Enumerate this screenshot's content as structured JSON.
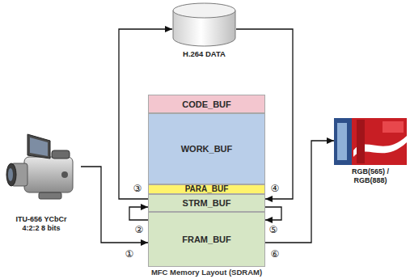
{
  "diagram": {
    "caption": "MFC Memory Layout (SDRAM)",
    "nodes": [
      {
        "text": [
          "H.264 DATA"
        ]
      },
      {
        "text": [
          "ITU-656 YCbCr 4:2:2 8 bits"
        ]
      },
      {
        "text": [
          "CODE_BUF"
        ]
      },
      {
        "text": [
          "WORK_BUF"
        ]
      },
      {
        "text": [
          "PARA_BUF"
        ]
      },
      {
        "text": [
          "STRM_BUF"
        ]
      },
      {
        "text": [
          "FRAM_BUF"
        ]
      },
      {
        "text": [
          "RGB(565) / RGB(888)"
        ]
      }
    ],
    "edges": [
      {
        "from": 1,
        "to": 6,
        "arrow": "to",
        "label": "①"
      },
      {
        "from": 6,
        "to": 5,
        "arrow": "to",
        "label": "②"
      },
      {
        "from": 5,
        "to": 0,
        "arrow": "to",
        "label": "③"
      },
      {
        "from": 0,
        "to": 5,
        "arrow": "to",
        "label": "④"
      },
      {
        "from": 5,
        "to": 6,
        "arrow": "to",
        "label": "⑤"
      },
      {
        "from": 6,
        "to": 7,
        "arrow": "to",
        "label": "⑥"
      }
    ]
  }
}
